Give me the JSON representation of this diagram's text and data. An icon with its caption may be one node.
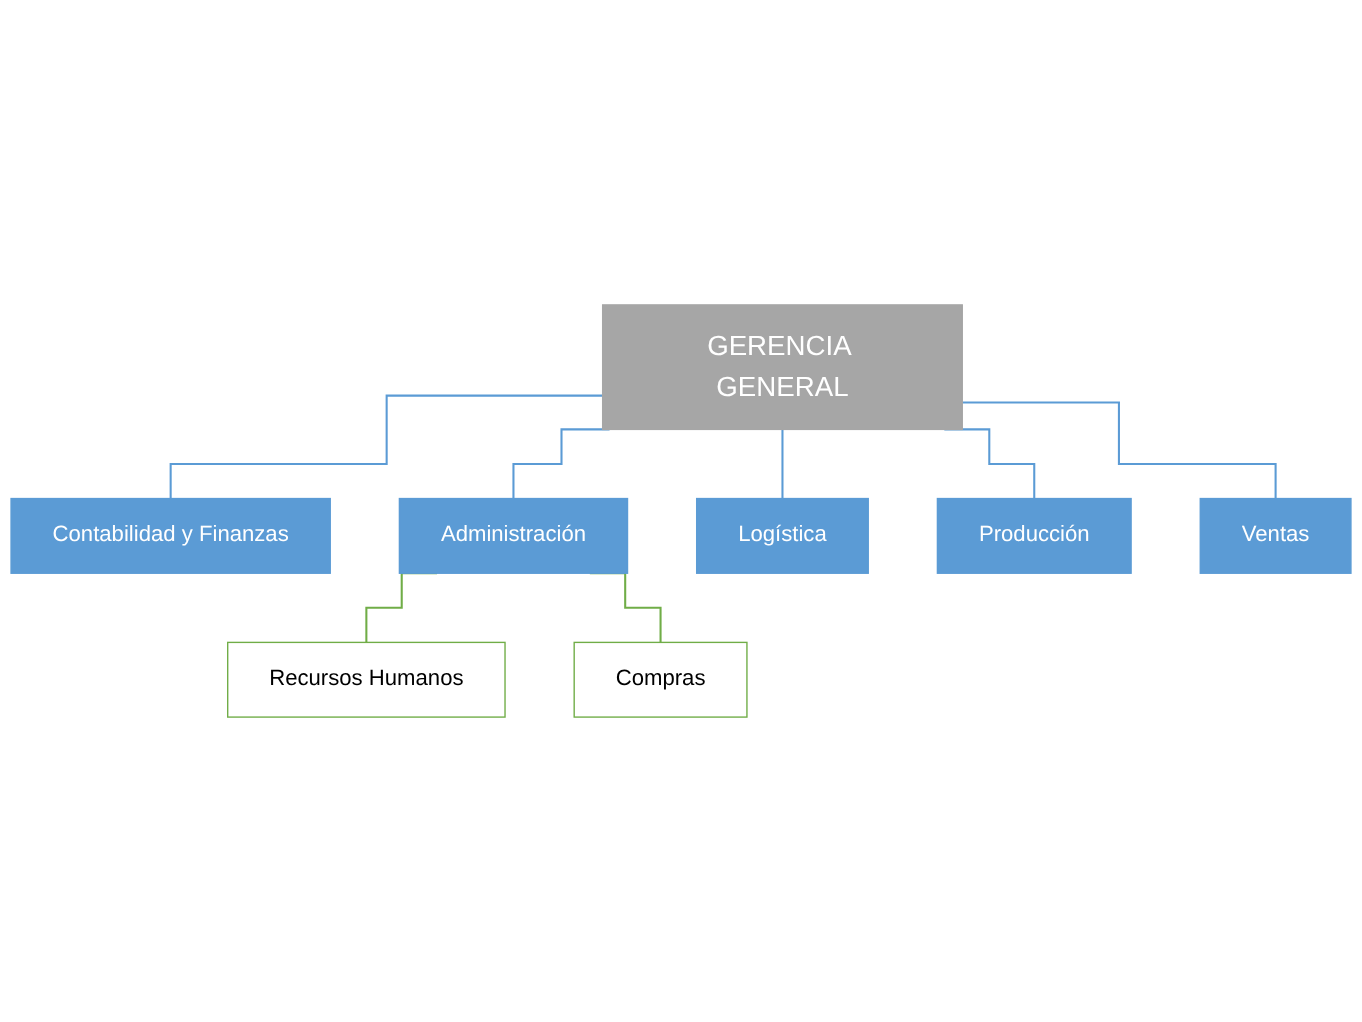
{
  "diagram": {
    "nodes": [
      {
        "text": [
          "GERENCIA GENERAL"
        ]
      },
      {
        "text": [
          "Contabilidad y Finanzas"
        ]
      },
      {
        "text": [
          "Administración"
        ]
      },
      {
        "text": [
          "Logística"
        ]
      },
      {
        "text": [
          "Producción"
        ]
      },
      {
        "text": [
          "Ventas"
        ]
      },
      {
        "text": [
          "Recursos Humanos"
        ]
      },
      {
        "text": [
          "Compras"
        ]
      }
    ],
    "edges": [
      {
        "from": 0,
        "to": 1,
        "arrow": "none"
      },
      {
        "from": 0,
        "to": 2,
        "arrow": "none"
      },
      {
        "from": 0,
        "to": 3,
        "arrow": "none"
      },
      {
        "from": 0,
        "to": 4,
        "arrow": "none"
      },
      {
        "from": 0,
        "to": 5,
        "arrow": "none"
      },
      {
        "from": 2,
        "to": 6,
        "arrow": "none",
        "color": "#70ad47"
      },
      {
        "from": 2,
        "to": 7,
        "arrow": "none",
        "color": "#70ad47"
      }
    ]
  }
}
